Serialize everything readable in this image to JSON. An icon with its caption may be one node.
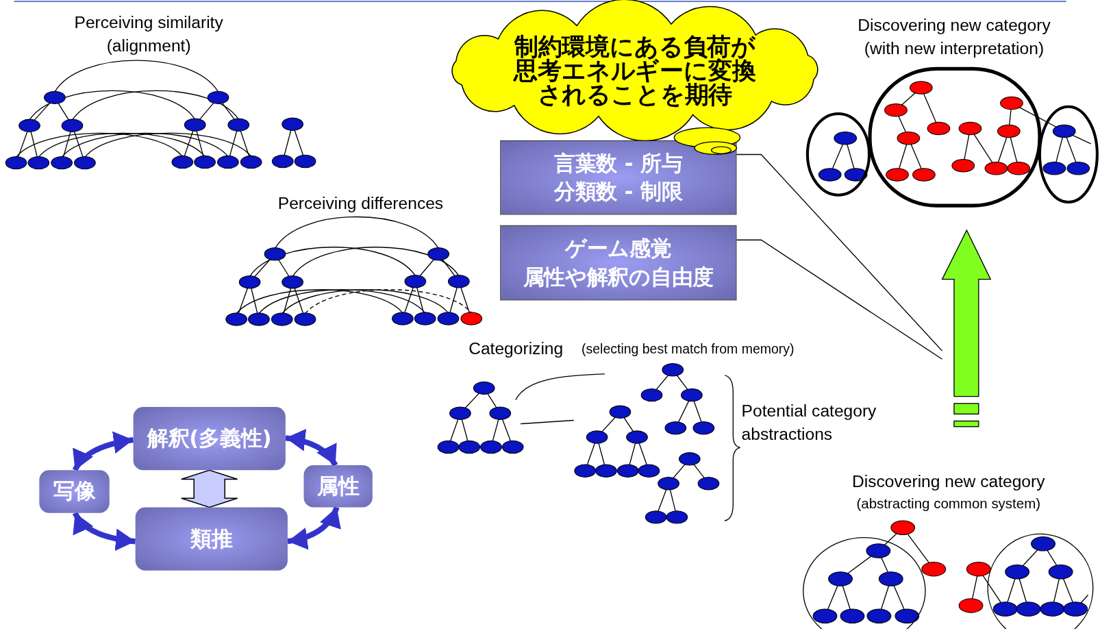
{
  "diagram": {
    "nodes": [
      {
        "text": [
          "制約環境にある負荷が思考エネルギーに変換されることを期待"
        ]
      },
      {
        "text": [
          "言葉数 - 所与",
          "分類数 - 制限"
        ]
      },
      {
        "text": [
          "ゲーム感覚",
          "属性や解釈の自由度"
        ]
      },
      {
        "text": [],
        "shape": "arrow"
      },
      {
        "text": [
          "解釈(多義性)"
        ]
      },
      {
        "text": [
          "写像"
        ]
      },
      {
        "text": [
          "属性"
        ]
      },
      {
        "text": [
          "類推"
        ]
      }
    ],
    "edges": [
      {
        "from": 1,
        "to": 3,
        "arrow": "none",
        "color": "#000000"
      },
      {
        "from": 2,
        "to": 3,
        "arrow": "none",
        "color": "#000000"
      },
      {
        "from": 5,
        "to": 4,
        "arrow": "both"
      },
      {
        "from": 4,
        "to": 6,
        "arrow": "both"
      },
      {
        "from": 5,
        "to": 7,
        "arrow": "both"
      },
      {
        "from": 7,
        "to": 6,
        "arrow": "both"
      },
      {
        "from": 4,
        "to": 7,
        "arrow": "both",
        "color": "#c8ccff"
      }
    ],
    "labels": [
      "Perceiving similarity",
      "(alignment)",
      "Discovering new category",
      "(with new interpretation)",
      "Perceiving differences",
      "Categorizing",
      "(selecting best match from memory)",
      "Potential category abstractions",
      "Discovering new category",
      "(abstracting common system)"
    ]
  }
}
